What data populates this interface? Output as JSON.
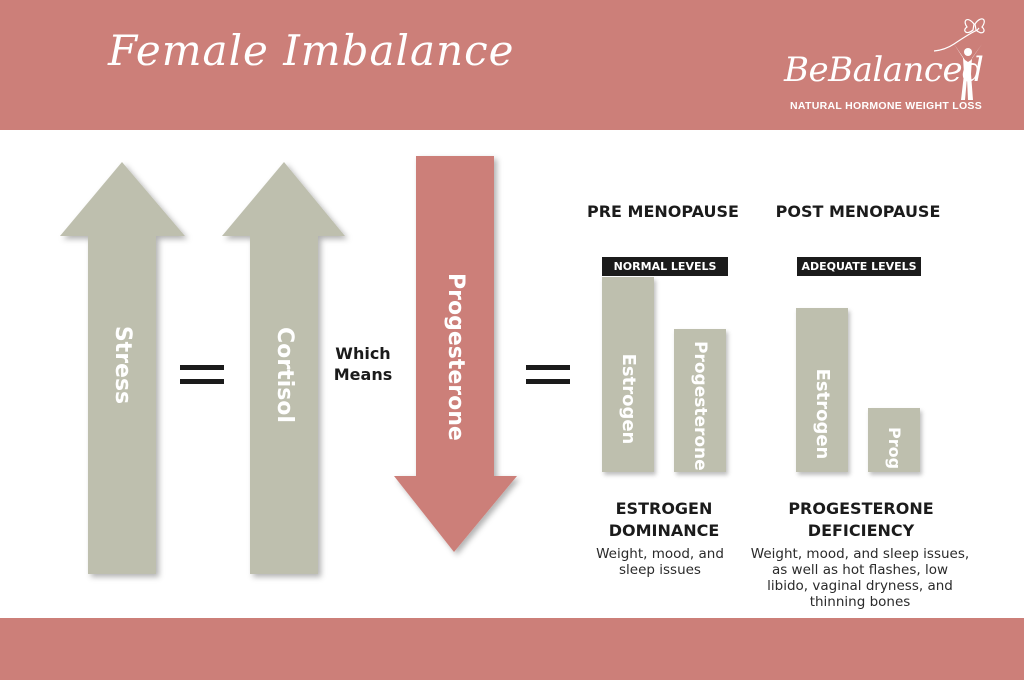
{
  "header": {
    "title": "Female Imbalance",
    "band_color": "#cc7f79"
  },
  "logo": {
    "wordmark": "BeBalanced",
    "tagline": "NATURAL HORMONE WEIGHT LOSS"
  },
  "flow": {
    "stress_label": "Stress",
    "cortisol_label": "Cortisol",
    "connector_text": "Which Means",
    "progesterone_label": "Progesterone",
    "up_color": "#bebfae",
    "down_color": "#cc7f79"
  },
  "pre_menopause": {
    "heading": "PRE MENOPAUSE",
    "badge": "NORMAL LEVELS",
    "bars": [
      {
        "label": "Estrogen"
      },
      {
        "label": "Progesterone"
      }
    ],
    "condition": "ESTROGEN DOMINANCE",
    "description": "Weight, mood, and sleep issues"
  },
  "post_menopause": {
    "heading": "POST MENOPAUSE",
    "badge": "ADEQUATE LEVELS",
    "bars": [
      {
        "label": "Estrogen"
      },
      {
        "label": "Prog"
      }
    ],
    "condition": "PROGESTERONE DEFICIENCY",
    "description": "Weight, mood, and sleep issues, as well as hot flashes, low libido, vaginal dryness, and thinning bones"
  }
}
